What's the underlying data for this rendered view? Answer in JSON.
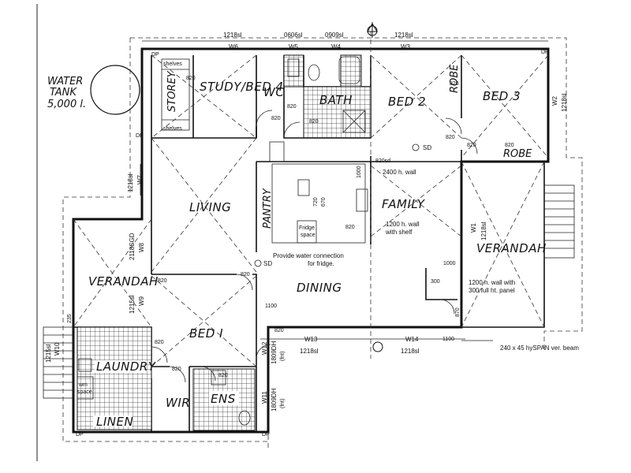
{
  "rooms": {
    "water_tank": "WATER",
    "water_tank_2": "TANK",
    "water_tank_3": "5,000 l.",
    "storey": "STOREY",
    "study": "STUDY/BED 4",
    "wc": "WC",
    "bath": "BATH",
    "bed2": "BED 2",
    "robe1": "ROBE",
    "bed3": "BED 3",
    "robe2": "ROBE",
    "living": "LIVING",
    "pantry": "PANTRY",
    "family": "FAMILY",
    "verandah_left": "VERANDAH",
    "verandah_right": "VERANDAH",
    "dining": "DINING",
    "bed1": "BED I",
    "laundry": "LAUNDRY",
    "wir": "WIR",
    "ens": "ENS",
    "linen": "LINEN"
  },
  "labels": {
    "shelves_top": "shelves",
    "shelves_bottom": "shelves",
    "sd1": "SD",
    "sd2": "SD",
    "wall_2400": "2400 h. wall",
    "wall_1200": "1200 h. wall",
    "wall_1200b": "with shelf",
    "water_conn": "Provide water connection",
    "water_conn2": "for fridge.",
    "wall_1200c": "1200 h. wall with",
    "wall_1200d": "300 full ht. panel",
    "beam": "240 x 45 hySPAN ver. beam",
    "fridge": "Fridge",
    "fridge2": "space",
    "wm": "wm",
    "wm2": "space"
  },
  "dims": {
    "top_1218a": "1218sl",
    "top_0606": "0606sl",
    "top_0909": "0909sl",
    "top_1218b": "1218sl",
    "w6": "W6",
    "w5": "W5",
    "w4": "W4",
    "w3": "W3",
    "w2": "W2",
    "w2_size": "1218sl",
    "w7": "W7",
    "w7_size": "1218sl",
    "w8": "W8",
    "w8_size": "2118SGD",
    "w9": "W9",
    "w9_size": "1215sl",
    "w10": "W10",
    "w10_size": "1215sl",
    "w1": "W1",
    "w1_size": "1218sl",
    "w12": "W12",
    "w12_size": "1809DH",
    "w12_note": "(fnt)",
    "w11": "W11",
    "w11_size": "1809DH",
    "w11_note": "(fnt)",
    "w13": "W13",
    "w13_size": "1218sl",
    "w14": "W14",
    "w14_size": "1218sl",
    "d820a": "820",
    "d820b": "820",
    "d820c": "820",
    "d820d": "820",
    "d820e": "820",
    "d820f": "820",
    "d820g": "820",
    "d820h": "820",
    "d820i": "820",
    "d820j": "820",
    "d820k": "820",
    "d820l": "820",
    "d820m": "820",
    "d820n": "820",
    "d820o": "820",
    "d820sd": "820sd",
    "d1000a": "1000",
    "d1000b": "1000",
    "d1100a": "1100",
    "d1100b": "1100",
    "d300": "300",
    "d870": "870",
    "d235": "235",
    "d720": "720",
    "d670": "670",
    "dp1": "DP",
    "dp2": "DP",
    "dp3": "DP",
    "dp4": "DP",
    "dp5": "DP"
  }
}
